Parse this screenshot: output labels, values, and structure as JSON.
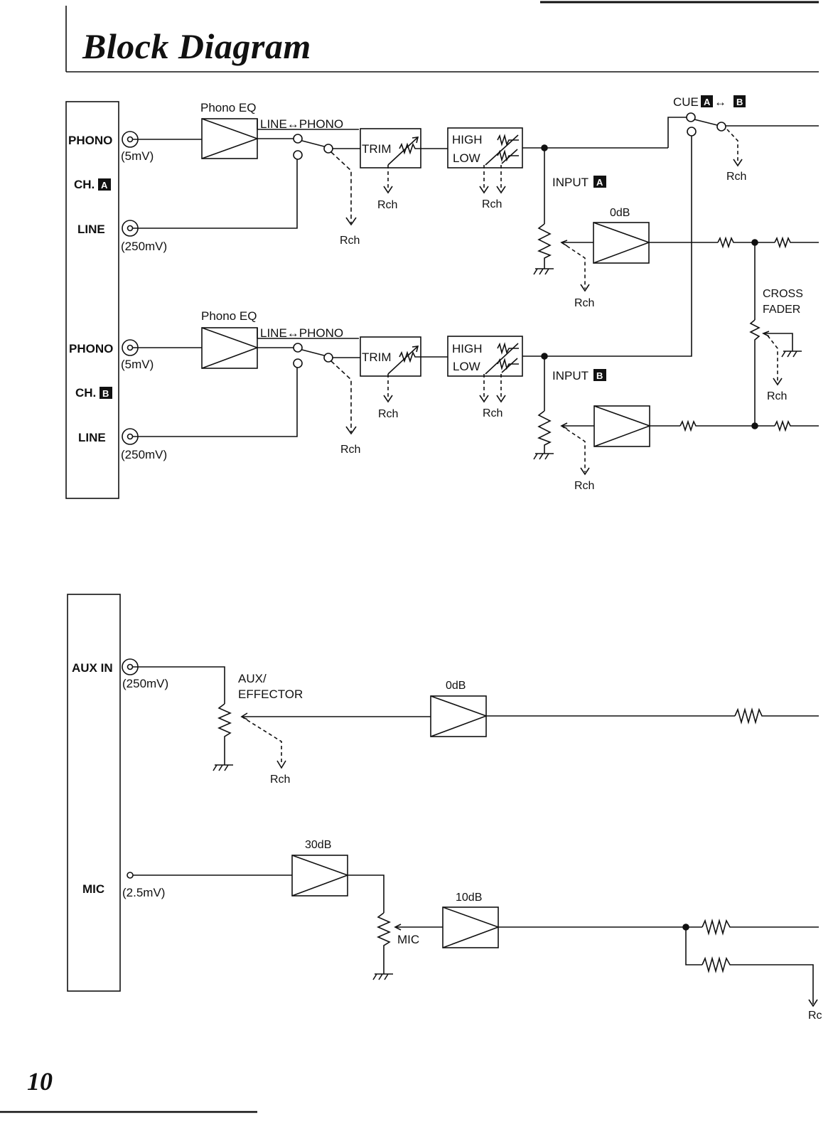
{
  "page": {
    "title": "Block Diagram",
    "page_number": "10"
  },
  "inputs": {
    "phono_label": "PHONO",
    "line_label": "LINE",
    "ch_label": "CH.",
    "ch_a": "A",
    "ch_b": "B",
    "phono_level": "(5mV)",
    "line_level": "(250mV)",
    "aux_label": "AUX IN",
    "aux_level": "(250mV)",
    "mic_label": "MIC",
    "mic_level": "(2.5mV)"
  },
  "blocks": {
    "phono_eq": "Phono EQ",
    "line_phono_switch": "LINE↔PHONO",
    "trim": "TRIM",
    "high": "HIGH",
    "low": "LOW",
    "input_label": "INPUT",
    "gain_0db": "0dB",
    "cue_label": "CUE",
    "cue_arrow": "↔",
    "cross": "CROSS",
    "fader": "FADER",
    "aux_effector_1": "AUX/",
    "aux_effector_2": "EFFECTOR",
    "gain_30db": "30dB",
    "gain_10db": "10dB",
    "mic_pot": "MIC",
    "rch": "Rch",
    "rch_cut": "Rc"
  },
  "icons": [
    "rca-jack-icon",
    "amplifier-icon",
    "resistor-icon",
    "variable-resistor-icon",
    "ground-icon",
    "switch-icon"
  ]
}
